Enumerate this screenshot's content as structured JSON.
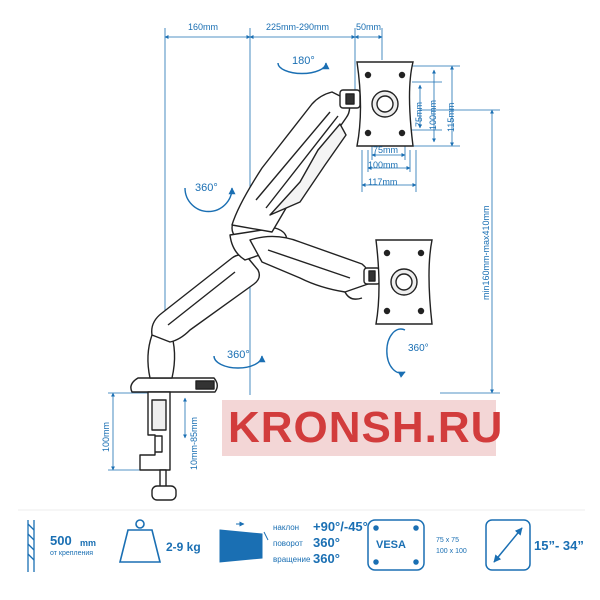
{
  "dimensions": {
    "reach_left": "160mm",
    "reach_mid": "225mm-290mm",
    "tilt_offset": "50mm",
    "height_range": "min160mm-max410mm",
    "vesa_75_w": "75mm",
    "vesa_100_w": "100mm",
    "plate_width": "117mm",
    "vesa_75_h": "75mm",
    "vesa_100_h": "100mm",
    "plate_height": "115mm",
    "clamp_height": "100mm",
    "clamp_thickness": "10mm-85mm"
  },
  "rotations": {
    "top": "180°",
    "upper_arm": "360°",
    "base": "360°",
    "monitor": "360°"
  },
  "watermark": "KRONSH.RU",
  "specs": {
    "mount_distance": "500",
    "mount_unit": "mm",
    "mount_note": "от крепления",
    "weight_icon_label": "Kg",
    "weight_range": "2-9 kg",
    "tilt_label": "наклон",
    "tilt_value": "+90°/-45°",
    "swivel_label": "поворот",
    "swivel_value": "360°",
    "rotate_label": "вращение",
    "rotate_value": "360°",
    "vesa_label": "VESA",
    "vesa_75": "75 x 75",
    "vesa_100": "100 x 100",
    "screen_range": "15”- 34”"
  },
  "colors": {
    "accent": "#1a6fb3",
    "line": "#2b2b2b",
    "watermark_bg": "#f3d6d6",
    "watermark_text": "#d23c3c"
  }
}
